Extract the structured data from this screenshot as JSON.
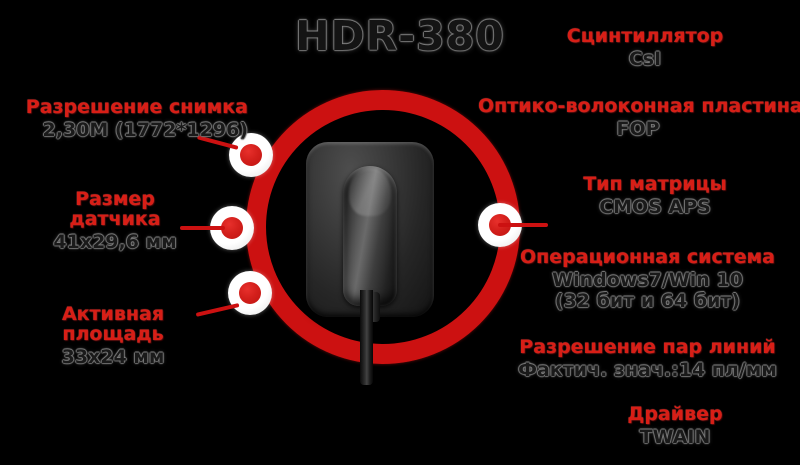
{
  "title": "HDR-380",
  "colors": {
    "accent_red": "#CC1111",
    "heading_red": "#D81E16",
    "background": "#000000",
    "value_dark": "#1a1a1a"
  },
  "device": {
    "name": "dental-x-ray-sensor",
    "cable": "sensor-cable"
  },
  "callouts": {
    "left": [
      {
        "id": "image-resolution",
        "head": "Разрешение снимка",
        "sub": "2,30M (1772*1296)"
      },
      {
        "id": "sensor-size",
        "head_line1": "Размер",
        "head_line2": "датчика",
        "sub": "41x29,6 мм"
      },
      {
        "id": "active-area",
        "head_line1": "Активная",
        "head_line2": "площадь",
        "sub": "33x24 мм"
      }
    ],
    "right": [
      {
        "id": "scintillator",
        "head": "Сцинтиллятор",
        "sub": "CsI"
      },
      {
        "id": "fiber-optic-plate",
        "head": "Оптико-волоконная пластина",
        "sub": "FOP"
      },
      {
        "id": "matrix-type",
        "head": "Тип матрицы",
        "sub": "CMOS APS"
      },
      {
        "id": "operating-system",
        "head": "Операционная система",
        "sub": "Windows7/Win 10",
        "sub2": "(32 бит и 64 бит)"
      },
      {
        "id": "line-pair-resolution",
        "head": "Разрешение пар линий",
        "sub": "Фактич. знач.:14 пл/мм"
      },
      {
        "id": "driver",
        "head": "Драйвер",
        "sub": "TWAIN"
      }
    ]
  }
}
